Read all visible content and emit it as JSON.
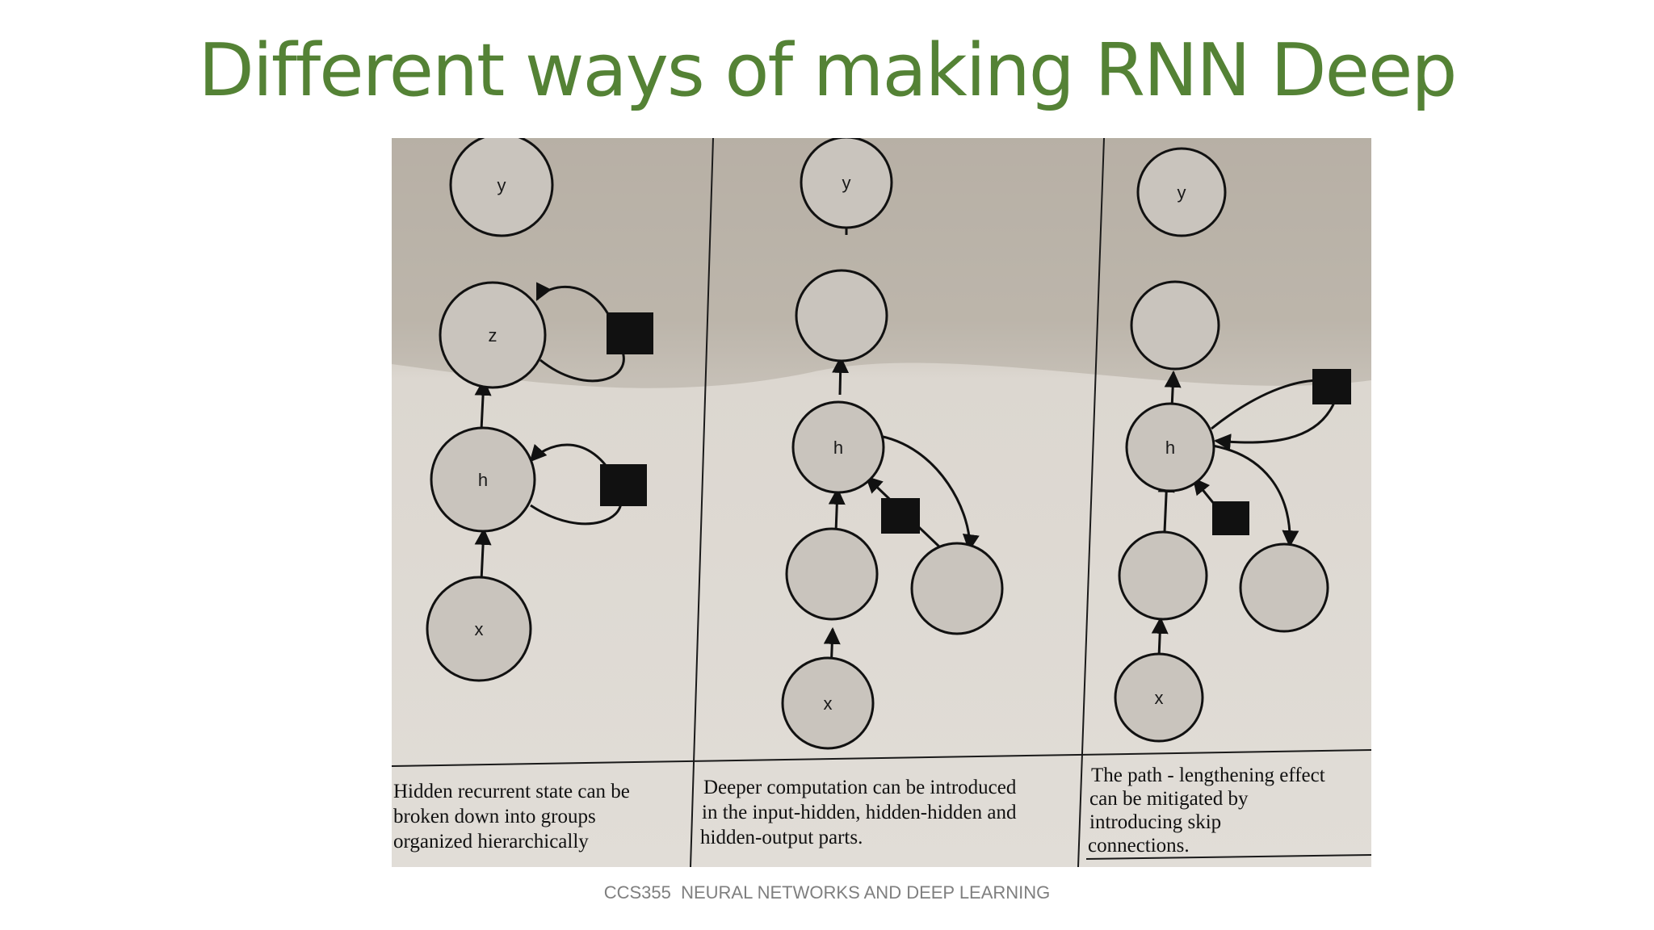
{
  "slide": {
    "title": "Different ways of making RNN Deep",
    "footer": "CCS355  NEURAL NETWORKS AND DEEP LEARNING"
  },
  "diagram": {
    "panel_a": {
      "nodes": {
        "y": "y",
        "z": "z",
        "h": "h",
        "x": "x"
      },
      "caption": [
        "Hidden recurrent state can be",
        "broken down into groups",
        "organized hierarchically"
      ]
    },
    "panel_b": {
      "nodes": {
        "y": "y",
        "h": "h",
        "x": "x"
      },
      "caption": [
        "Deeper computation can be introduced",
        "in the input-hidden, hidden-hidden and",
        "hidden-output parts."
      ]
    },
    "panel_c": {
      "nodes": {
        "y": "y",
        "h": "h",
        "x": "x"
      },
      "caption": [
        "The path - lengthening effect",
        "can be mitigated by",
        "introducing skip",
        "connections."
      ]
    }
  },
  "colors": {
    "title": "#548235",
    "footer": "#7f7f7f",
    "node_fill": "#c9c4bd",
    "paper": "#d9d3cb"
  }
}
